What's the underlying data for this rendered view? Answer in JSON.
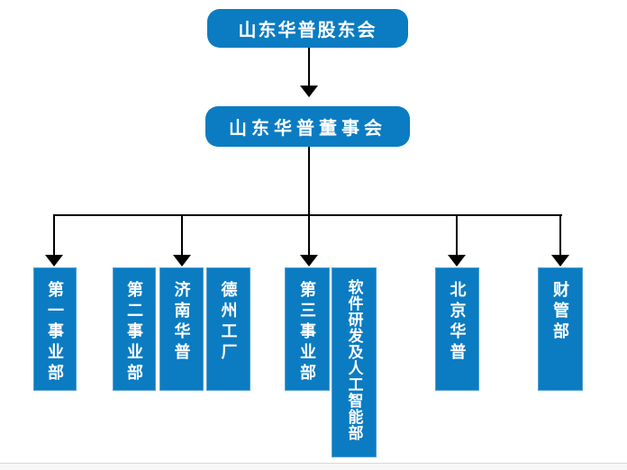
{
  "colors": {
    "node_fill": "#0b7cc2",
    "node_border": "#4d9fd3",
    "node_text": "#ffffff",
    "connector": "#000000",
    "footer_line": "#d9d9d9",
    "footer_bg": "#f7f7f7",
    "page_bg": "#ffffff"
  },
  "org_chart": {
    "root": {
      "label": "山东华普股东会"
    },
    "board": {
      "label": "山东华普董事会"
    },
    "departments": [
      {
        "label": "第一事业部"
      },
      {
        "label": "第二事业部"
      },
      {
        "label": "济南华普"
      },
      {
        "label": "德州工厂"
      },
      {
        "label": "第三事业部"
      },
      {
        "label": "软件研发及人工智能部"
      },
      {
        "label": "北京华普"
      },
      {
        "label": "财管部"
      }
    ]
  }
}
